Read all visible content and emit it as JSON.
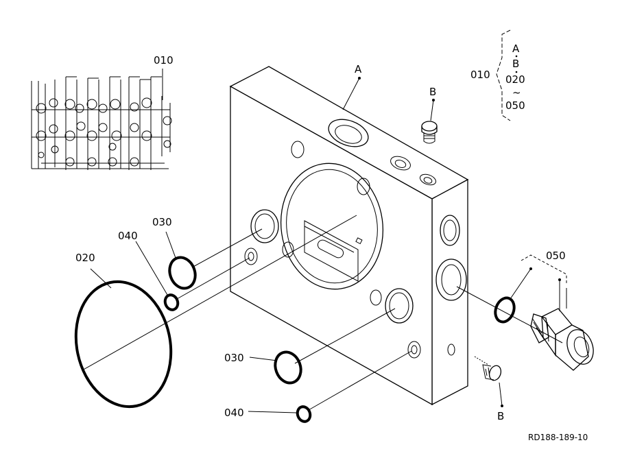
{
  "labels": {
    "thumb_ref": "010",
    "part_a": "A",
    "bolt_b_top": "B",
    "bolt_b_bottom": "B",
    "oring_020": "020",
    "oring_030_top": "030",
    "oring_040_top": "040",
    "oring_030_bottom": "030",
    "oring_040_bottom": "040",
    "fitting_050": "050"
  },
  "assembly_legend": {
    "ref": "010",
    "items": [
      "A",
      "B",
      "020",
      "050"
    ],
    "range_marker": "~"
  },
  "drawing_code": "RD188-189-10"
}
